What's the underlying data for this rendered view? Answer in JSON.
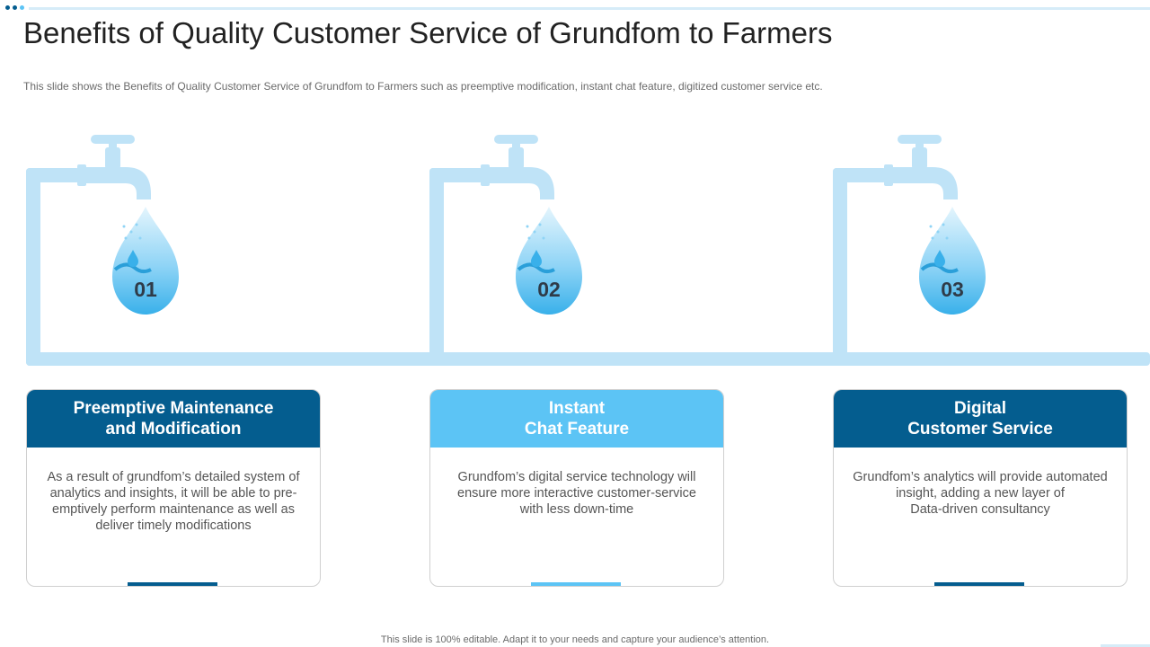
{
  "header": {
    "title": "Benefits of Quality Customer Service of Grundfom to Farmers",
    "subtitle": "This slide shows the Benefits of Quality Customer Service of Grundfom to Farmers such as preemptive modification, instant chat feature, digitized customer service etc."
  },
  "benefits": [
    {
      "number": "01",
      "heading": "Preemptive Maintenance\nand Modification",
      "body": "As a result of grundfom’s detailed system of analytics and insights, it will be able to pre-emptively perform maintenance as well as deliver timely modifications",
      "head_color": "#045d8f",
      "bar_color": "#045d8f"
    },
    {
      "number": "02",
      "heading": "Instant\nChat Feature",
      "body": "Grundfom’s digital service technology will ensure more interactive customer-service with less down-time",
      "head_color": "#5cc4f5",
      "bar_color": "#5cc4f5"
    },
    {
      "number": "03",
      "heading": "Digital\nCustomer Service",
      "body": "Grundfom’s analytics will provide automated insight, adding a new layer of\nData-driven consultancy",
      "head_color": "#045d8f",
      "bar_color": "#045d8f"
    }
  ],
  "footer": {
    "note": "This slide is 100% editable. Adapt it to your needs and capture your audience’s attention."
  },
  "colors": {
    "pipe": "#bfe3f7",
    "drop_light": "#d6f0fc",
    "drop_dark": "#39b0ea",
    "dot_dark": "#045d8f",
    "dot_light": "#5cc4f5"
  }
}
